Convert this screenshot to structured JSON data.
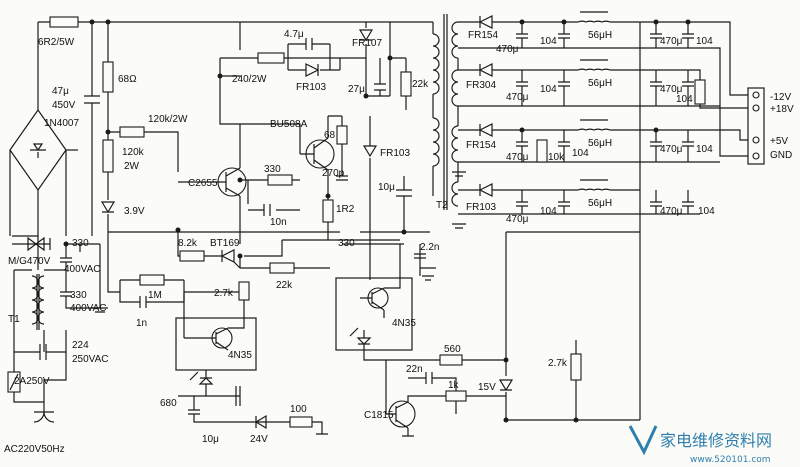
{
  "labels": {
    "r_6r2": "6R2/5W",
    "c_47u": "47μ",
    "c_450v": "450V",
    "d_1n4007": "1N4007",
    "r_68": "68Ω",
    "r_120k_2w": "120k/2W",
    "r_120k": "120k",
    "r_2w": "2W",
    "zd_3v9": "3.9V",
    "c_4u7": "4.7μ",
    "r_240": "240/2W",
    "d_fr103a": "FR103",
    "d_fr107": "FR107",
    "c_27u": "27μ",
    "r_22k_a": "22k",
    "q_bu508a": "BU508A",
    "r_68b": "68",
    "q_c2655": "C2655",
    "r_330a": "330",
    "c_10n": "10n",
    "c_270p": "270p",
    "r_1r2": "1R2",
    "d_fr103b": "FR103",
    "c_10u_a": "10μ",
    "t2": "T2",
    "r_8k2": "8.2k",
    "scr_bt169": "BT169",
    "r_330b": "330",
    "c_2n2": "2.2n",
    "r_22k_b": "22k",
    "r_2k7_a": "2.7k",
    "r_1m": "1M",
    "c_1n": "1n",
    "oc1": "4N35",
    "oc2": "4N35",
    "r_680": "680",
    "c_10u_b": "10μ",
    "zd_24v": "24V",
    "r_100": "100",
    "mg": "M/G470V",
    "c_330a": "330",
    "c_400vac_a": "400VAC",
    "c_330b": "330",
    "c_400vac_b": "400VAC",
    "t1": "T1",
    "c_224": "224",
    "c_250vac": "250VAC",
    "fuse": "2A250V",
    "ac_in": "AC220V50Hz",
    "r_560": "560",
    "c_22n": "22n",
    "r_1k": "1k",
    "zd_15v": "15V",
    "q_c1815": "C1815",
    "r_2k7_b": "2.7k",
    "d_fr154a": "FR154",
    "d_fr304": "FR304",
    "d_fr154b": "FR154",
    "d_fr103c": "FR103",
    "l_56uh": "56μH",
    "c_470u": "470μ",
    "c_104": "104",
    "r_10k": "10k",
    "out_m12v": "-12V",
    "out_18v": "+18V",
    "out_5v": "+5V",
    "out_gnd": "GND"
  },
  "watermark": {
    "cn": "家电维修资料网",
    "url": "www.520101.com"
  }
}
